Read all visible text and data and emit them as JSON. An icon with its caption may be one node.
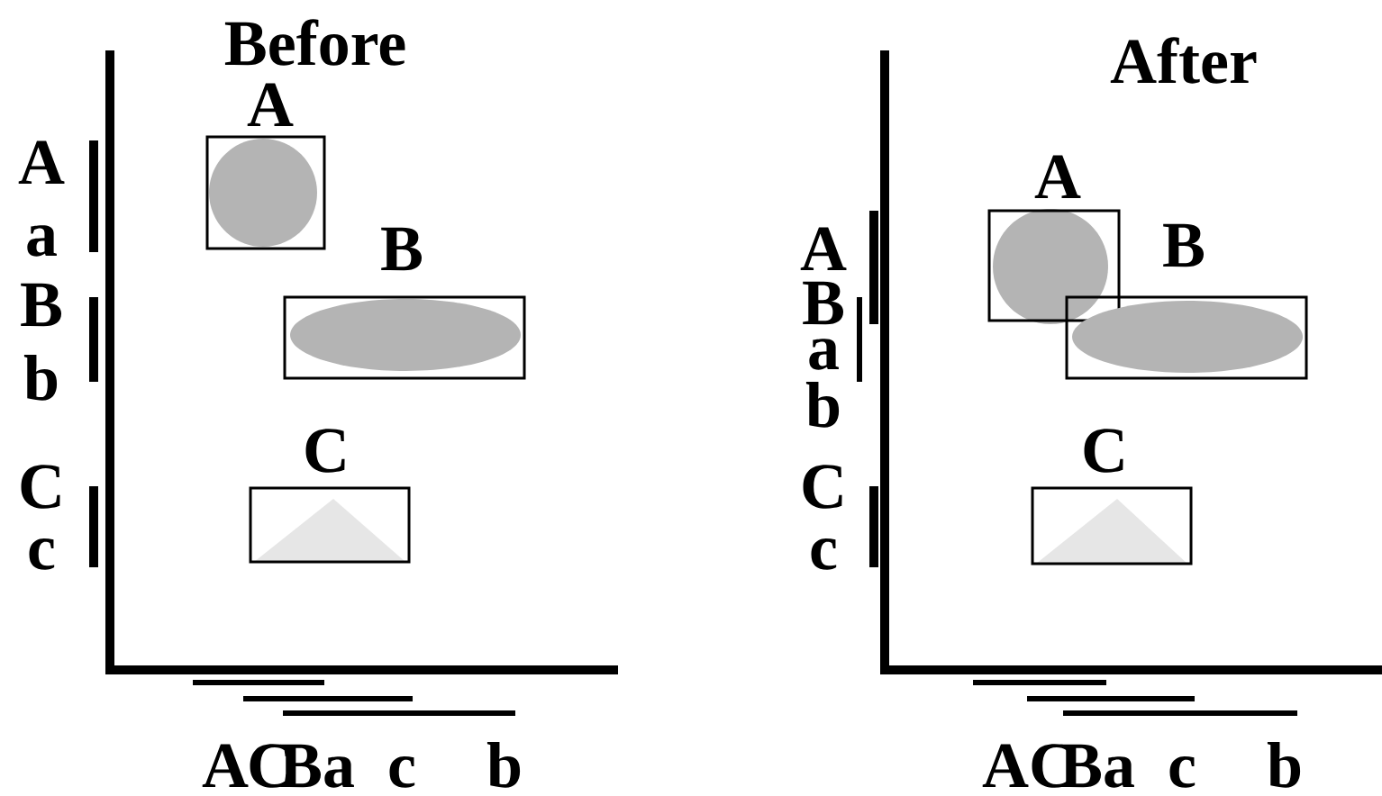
{
  "diagram": {
    "nodes": [
      {
        "text": [
          "A"
        ]
      },
      {
        "text": [
          "B"
        ]
      },
      {
        "text": [
          "C"
        ]
      },
      {
        "text": [
          "A"
        ]
      },
      {
        "text": [
          "B"
        ]
      },
      {
        "text": [
          "C"
        ]
      }
    ],
    "labels": [
      "Before",
      "After",
      "A",
      "a",
      "B",
      "b",
      "C",
      "c",
      "A",
      "B",
      "a",
      "b",
      "C",
      "c",
      "A",
      "C",
      "B",
      "a",
      "c",
      "b",
      "A",
      "C",
      "B",
      "a",
      "c",
      "b"
    ]
  }
}
